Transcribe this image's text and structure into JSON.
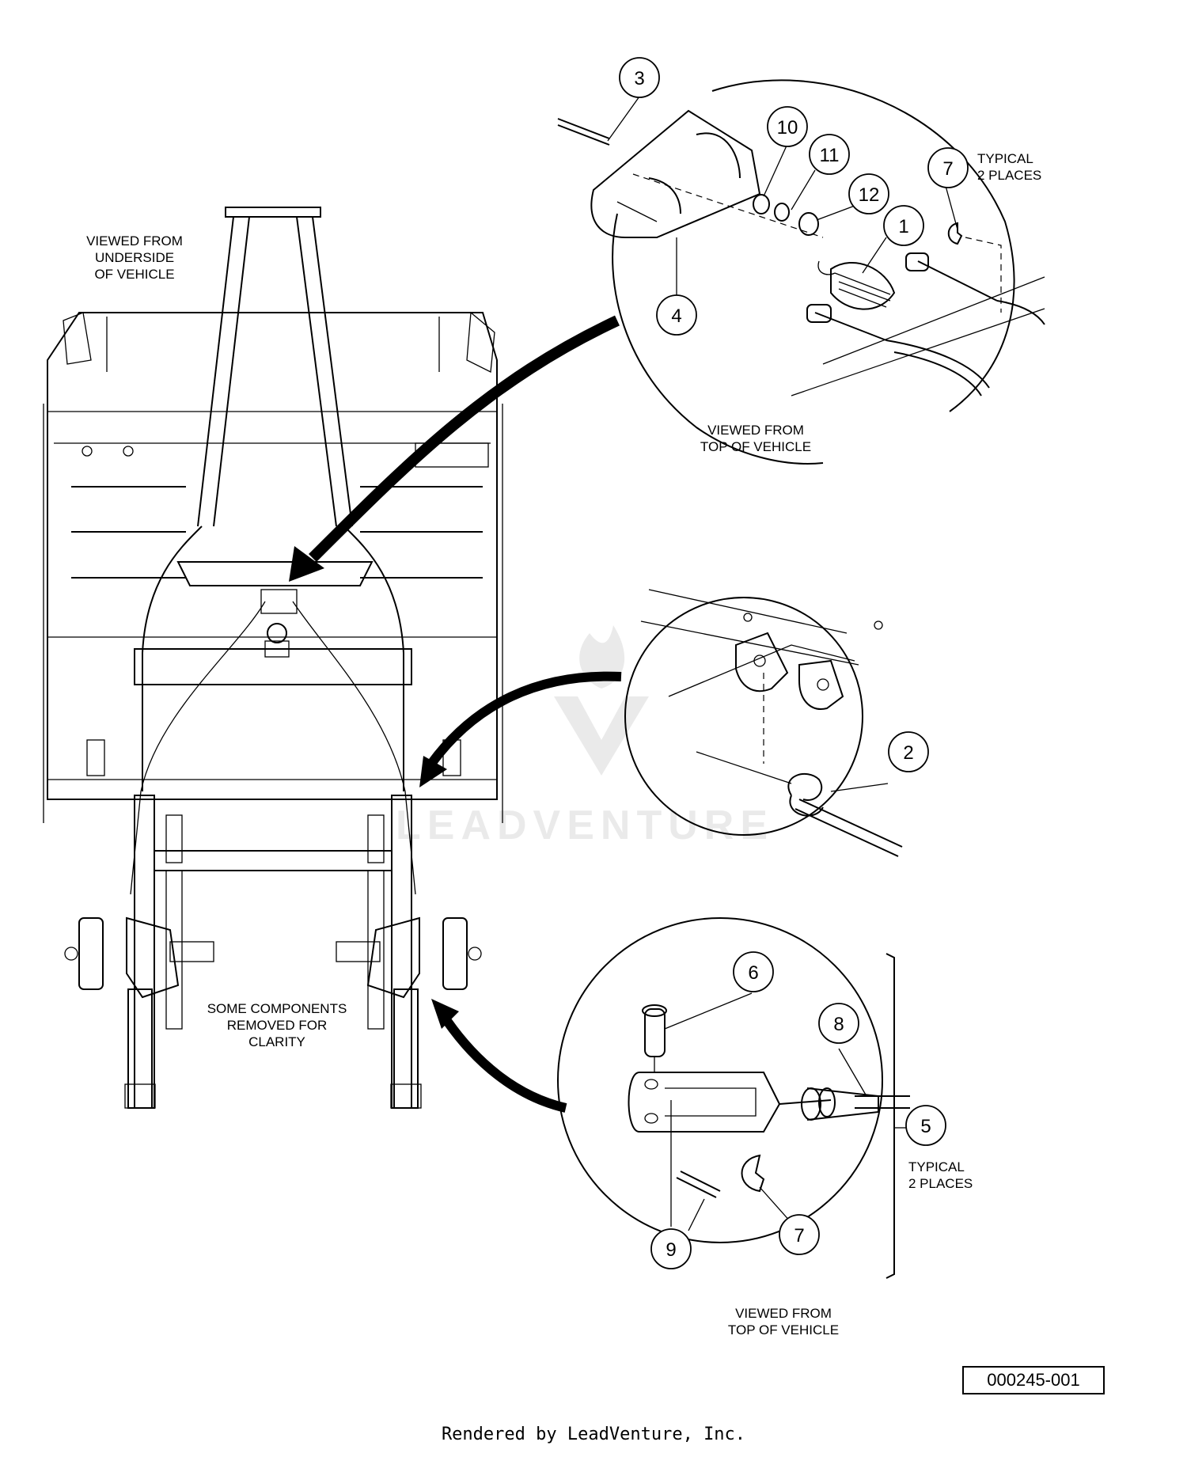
{
  "captions": {
    "underside": [
      "VIEWED FROM",
      "UNDERSIDE",
      "OF VEHICLE"
    ],
    "top_view_1": [
      "VIEWED FROM",
      "TOP OF VEHICLE"
    ],
    "top_view_2": [
      "VIEWED FROM",
      "TOP OF VEHICLE"
    ],
    "typical_1": [
      "TYPICAL",
      "2 PLACES"
    ],
    "typical_2": [
      "TYPICAL",
      "2 PLACES"
    ],
    "removed": [
      "SOME COMPONENTS",
      "REMOVED FOR",
      "CLARITY"
    ]
  },
  "callouts": {
    "c1": "1",
    "c2": "2",
    "c3": "3",
    "c4": "4",
    "c5": "5",
    "c6": "6",
    "c7a": "7",
    "c7b": "7",
    "c8": "8",
    "c9": "9",
    "c10": "10",
    "c11": "11",
    "c12": "12"
  },
  "document_number": "000245-001",
  "footer": "Rendered by LeadVenture, Inc."
}
